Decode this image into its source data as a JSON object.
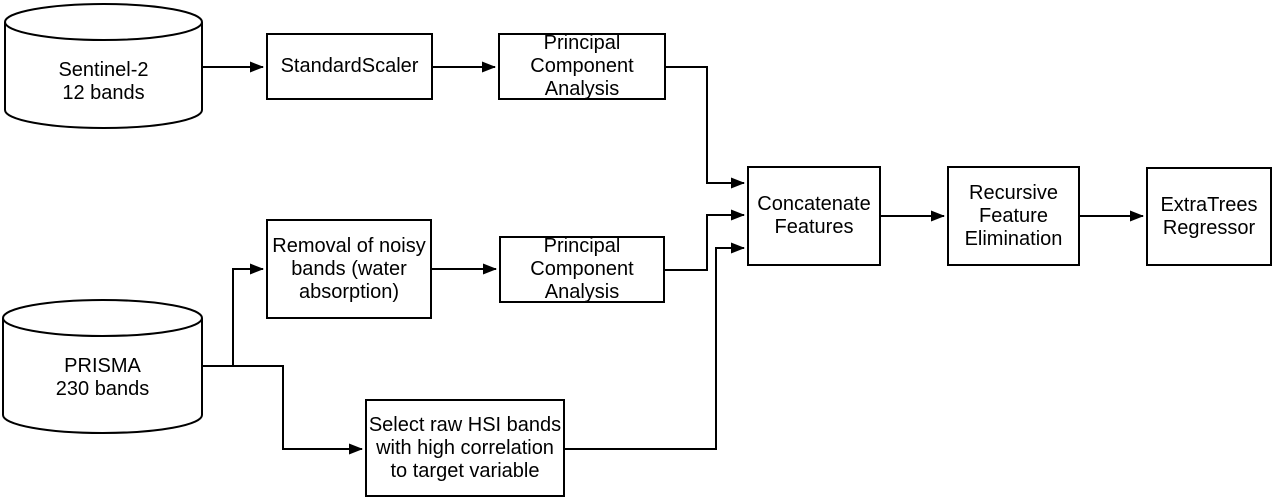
{
  "diagram": {
    "title": "Feature engineering pipeline flowchart",
    "colors": {
      "background": "#ffffff",
      "stroke": "#000000",
      "node_fill": "#ffffff",
      "text": "#000000"
    },
    "nodes": {
      "sentinel2": {
        "type": "cylinder",
        "lines": [
          "Sentinel-2",
          "12 bands"
        ]
      },
      "prisma": {
        "type": "cylinder",
        "lines": [
          "PRISMA",
          "230 bands"
        ]
      },
      "standard_scaler": {
        "type": "process",
        "lines": [
          "StandardScaler"
        ]
      },
      "pca_top": {
        "type": "process",
        "lines": [
          "Principal",
          "Component",
          "Analysis"
        ]
      },
      "removal_noisy_bands": {
        "type": "process",
        "lines": [
          "Removal of noisy",
          "bands (water",
          "absorption)"
        ]
      },
      "pca_mid": {
        "type": "process",
        "lines": [
          "Principal",
          "Component",
          "Analysis"
        ]
      },
      "select_raw_hsi": {
        "type": "process",
        "lines": [
          "Select raw HSI bands",
          "with high correlation",
          "to target variable"
        ]
      },
      "concatenate_features": {
        "type": "process",
        "lines": [
          "Concatenate",
          "Features"
        ]
      },
      "recursive_feature_elimination": {
        "type": "process",
        "lines": [
          "Recursive",
          "Feature",
          "Elimination"
        ]
      },
      "extratrees_regressor": {
        "type": "process",
        "lines": [
          "ExtraTrees",
          "Regressor"
        ]
      }
    },
    "edges": [
      "sentinel2 -> standard_scaler",
      "standard_scaler -> pca_top",
      "pca_top -> concatenate_features",
      "prisma -> removal_noisy_bands",
      "prisma -> select_raw_hsi",
      "removal_noisy_bands -> pca_mid",
      "pca_mid -> concatenate_features",
      "select_raw_hsi -> concatenate_features",
      "concatenate_features -> recursive_feature_elimination",
      "recursive_feature_elimination -> extratrees_regressor"
    ]
  }
}
